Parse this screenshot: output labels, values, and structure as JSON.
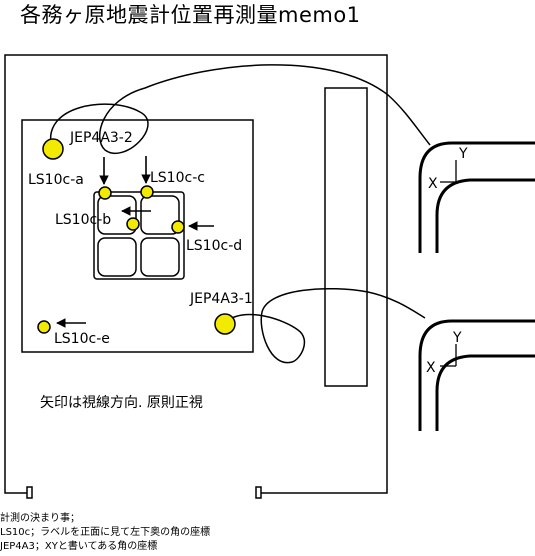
{
  "title": "各務ヶ原地震計位置再測量memo1",
  "labels": {
    "jep_2": "JEP4A3-2",
    "jep_1": "JEP4A3-1",
    "ls_a": "LS10c-a",
    "ls_b": "LS10c-b",
    "ls_c": "LS10c-c",
    "ls_d": "LS10c-d",
    "ls_e": "LS10c-e"
  },
  "note_arrow": "矢印は視線方向. 原則正視",
  "axes": {
    "top": {
      "x": "X",
      "y": "Y"
    },
    "bottom": {
      "x": "X",
      "y": "Y"
    }
  },
  "footer": [
    "計測の決まり事；",
    "LS10c；ラベルを正面に見て左下奥の角の座標",
    "JEP4A3；XYと書いてある角の座標"
  ],
  "colors": {
    "sensor_fill": "#f2ea00",
    "line": "#000000",
    "background": "#ffffff"
  }
}
